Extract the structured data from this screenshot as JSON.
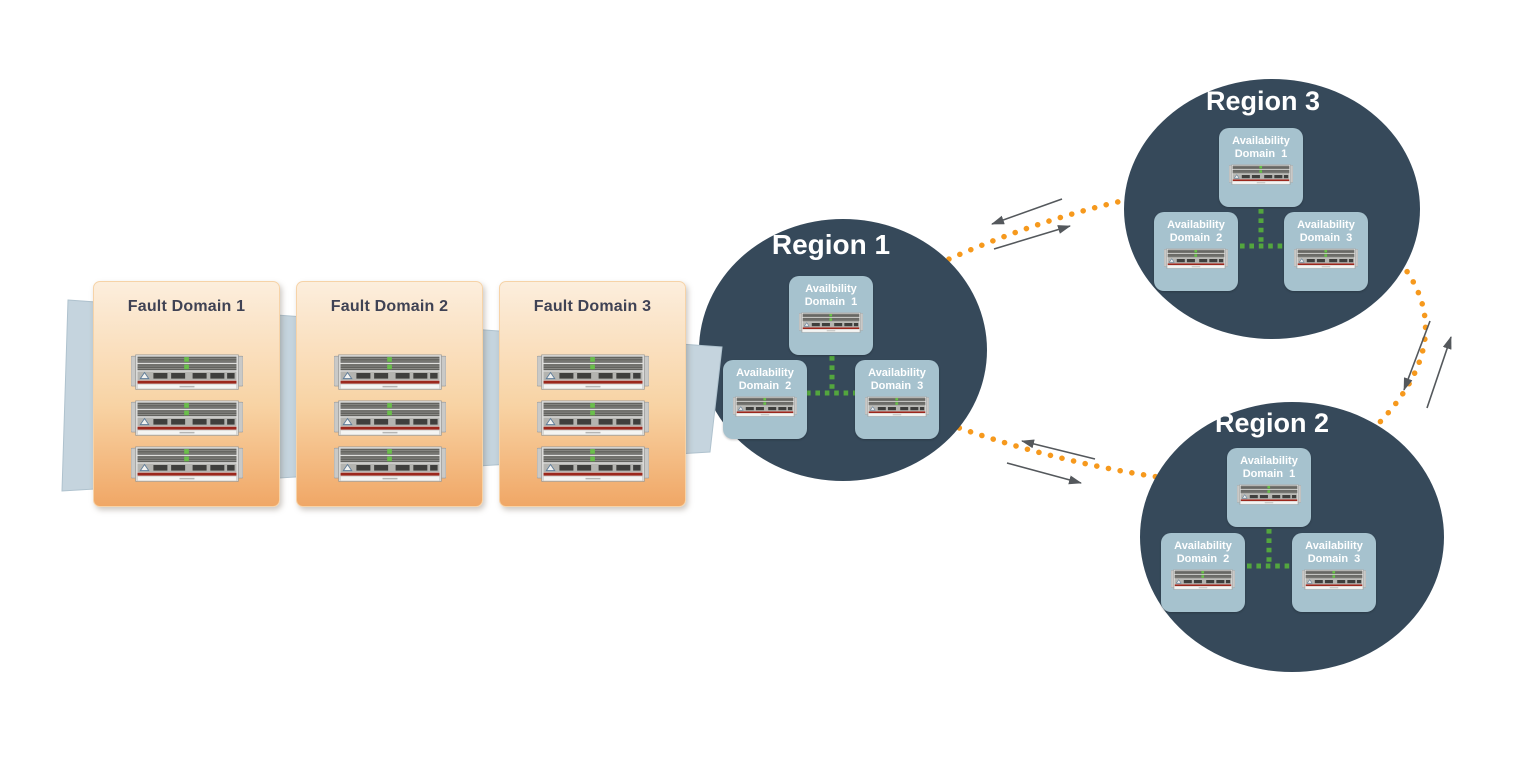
{
  "fault_domains": [
    {
      "label": "Fault Domain 1"
    },
    {
      "label": "Fault Domain 2"
    },
    {
      "label": "Fault Domain 3"
    }
  ],
  "regions": [
    {
      "name": "Region 1",
      "ads": [
        {
          "line1": "Availbility",
          "line2": "Domain  1"
        },
        {
          "line1": "Availability",
          "line2": "Domain  2"
        },
        {
          "line1": "Availability",
          "line2": "Domain  3"
        }
      ]
    },
    {
      "name": "Region 2",
      "ads": [
        {
          "line1": "Availability",
          "line2": "Domain  1"
        },
        {
          "line1": "Availability",
          "line2": "Domain  2"
        },
        {
          "line1": "Availability",
          "line2": "Domain  3"
        }
      ]
    },
    {
      "name": "Region 3",
      "ads": [
        {
          "line1": "Availability",
          "line2": "Domain  1"
        },
        {
          "line1": "Availability",
          "line2": "Domain  2"
        },
        {
          "line1": "Availability",
          "line2": "Domain  3"
        }
      ]
    }
  ],
  "icons": {
    "server_rack": "server-rack-icon"
  },
  "colors": {
    "region_fill": "#36495A",
    "availability_domain_fill": "#A6C2CE",
    "fault_domain_gradient_top": "#FCEEDC",
    "fault_domain_gradient_bottom": "#F0A766",
    "band_fill": "#C5D4DE",
    "ring_dots": "#F6991D",
    "ad_connector_dots": "#53A63E",
    "arrow_stroke": "#54585C",
    "fault_domain_text": "#3F4254",
    "region_text": "#FFFFFF"
  }
}
